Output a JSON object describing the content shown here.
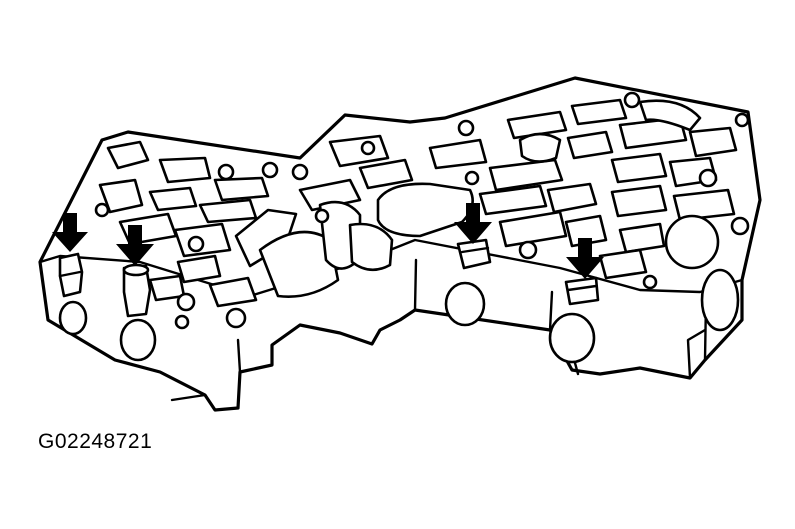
{
  "figure": {
    "code": "G02248721",
    "subject": "valve-body",
    "arrow_count": 4
  },
  "colors": {
    "line": "#000000",
    "background": "#ffffff"
  }
}
